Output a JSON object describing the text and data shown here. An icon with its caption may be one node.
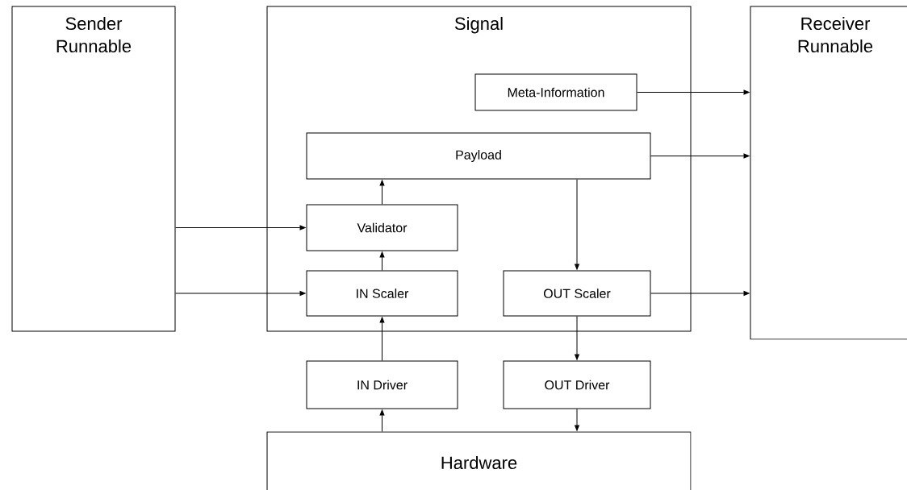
{
  "diagram": {
    "nodes": [
      {
        "text": [
          "Sender Runnable"
        ]
      },
      {
        "text": [
          "Signal"
        ]
      },
      {
        "text": [
          "Receiver Runnable"
        ]
      },
      {
        "text": [
          "Meta-Information"
        ],
        "in": 1
      },
      {
        "text": [
          "Payload"
        ],
        "in": 1
      },
      {
        "text": [
          "Validator"
        ],
        "in": 1
      },
      {
        "text": [
          "IN Scaler"
        ],
        "in": 1
      },
      {
        "text": [
          "OUT Scaler"
        ],
        "in": 1
      },
      {
        "text": [
          "IN Driver"
        ]
      },
      {
        "text": [
          "OUT Driver"
        ]
      },
      {
        "text": [
          "Hardware"
        ]
      }
    ],
    "edges": [
      {
        "from": 3,
        "to": 2,
        "arrow": "to"
      },
      {
        "from": 4,
        "to": 2,
        "arrow": "to"
      },
      {
        "from": 0,
        "to": 5,
        "arrow": "to"
      },
      {
        "from": 0,
        "to": 6,
        "arrow": "to"
      },
      {
        "from": 5,
        "to": 4,
        "arrow": "to"
      },
      {
        "from": 6,
        "to": 5,
        "arrow": "to"
      },
      {
        "from": 4,
        "to": 7,
        "arrow": "to"
      },
      {
        "from": 7,
        "to": 2,
        "arrow": "to"
      },
      {
        "from": 8,
        "to": 6,
        "arrow": "to"
      },
      {
        "from": 7,
        "to": 9,
        "arrow": "to"
      },
      {
        "from": 10,
        "to": 8,
        "arrow": "to"
      },
      {
        "from": 9,
        "to": 10,
        "arrow": "to"
      }
    ]
  }
}
